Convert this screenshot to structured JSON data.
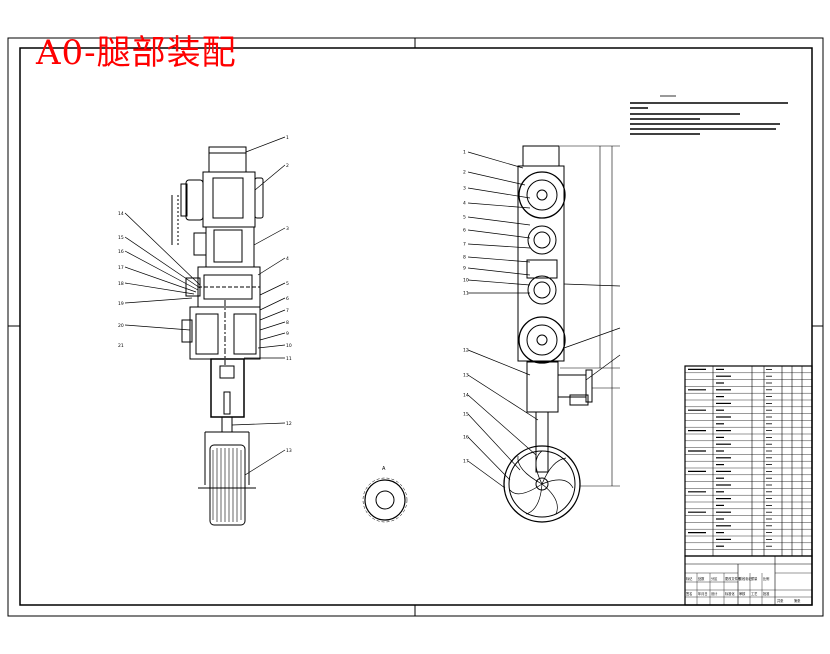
{
  "drawing": {
    "title": "A0-腿部装配",
    "colors": {
      "line": "#000000",
      "paper": "#ffffff",
      "title": "#ff0000"
    },
    "section_label": "A",
    "left_view_callouts": [
      "1",
      "2",
      "3",
      "4",
      "5",
      "6",
      "7",
      "8",
      "9",
      "10",
      "11",
      "12",
      "13",
      "14",
      "15",
      "16",
      "17",
      "18",
      "19",
      "20",
      "21"
    ],
    "right_view_callouts": [
      "1",
      "2",
      "3",
      "4",
      "5",
      "6",
      "7",
      "8",
      "9",
      "10",
      "11",
      "12",
      "13",
      "14",
      "15",
      "16",
      "17"
    ],
    "title_block": {
      "bottom_cells": [
        "标记",
        "处数",
        "分区",
        "更改文件号",
        "签名",
        "年月日",
        "设计",
        "标准化",
        "阶段标记",
        "重量",
        "比例",
        "审核",
        "工艺",
        "批准",
        "共张",
        "第张"
      ]
    }
  }
}
